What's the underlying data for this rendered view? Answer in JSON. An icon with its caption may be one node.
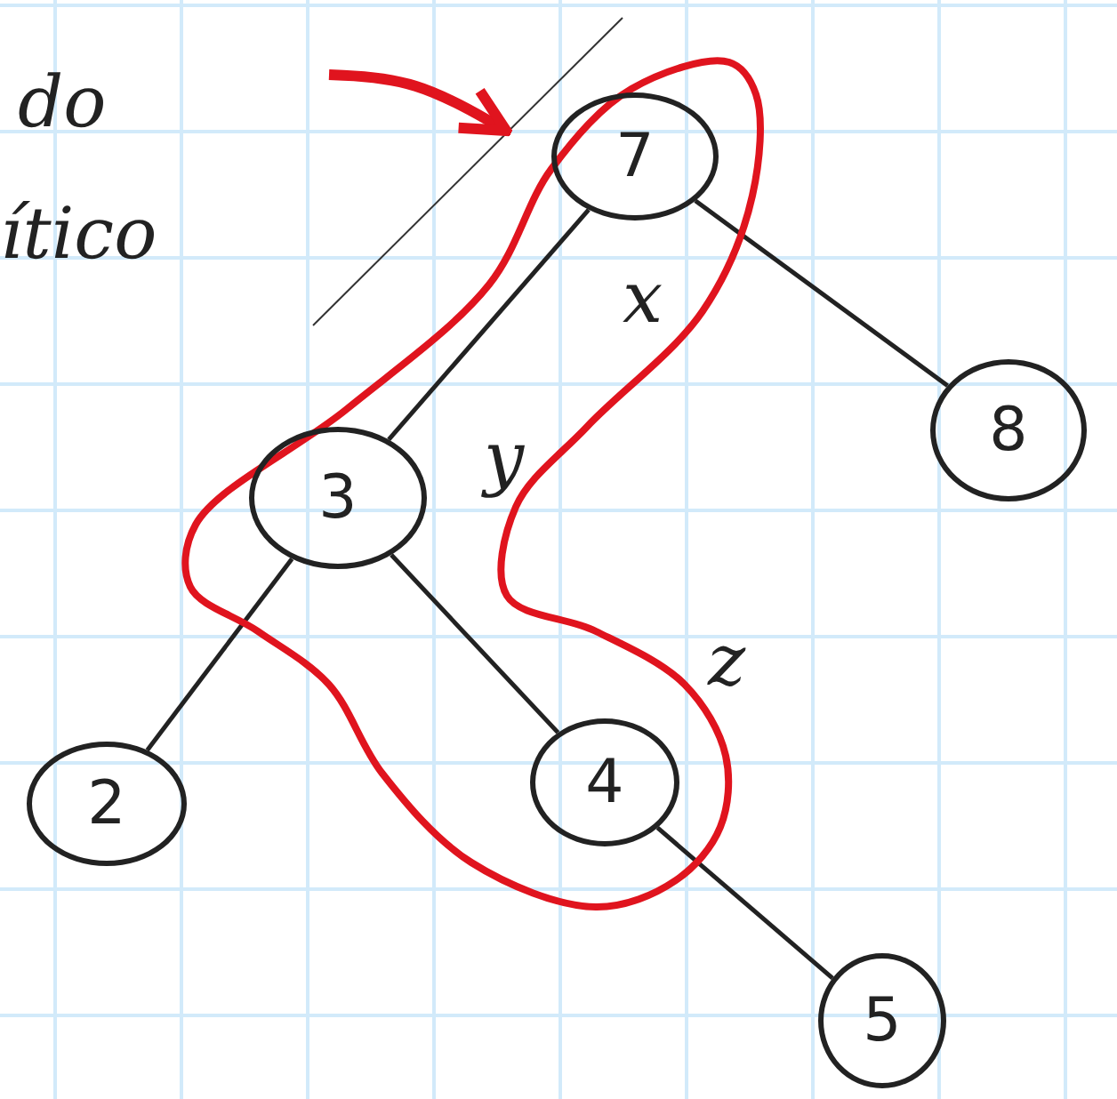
{
  "diagram": {
    "nodes": [
      {
        "text": [],
        "shape": "loop"
      },
      {
        "text": [
          "7"
        ],
        "in": 0
      },
      {
        "text": [
          "8"
        ]
      },
      {
        "text": [
          "3"
        ],
        "in": 0
      },
      {
        "text": [
          "2"
        ]
      },
      {
        "text": [
          "4"
        ],
        "in": 0
      },
      {
        "text": [
          "5"
        ]
      }
    ],
    "edges": [
      {
        "from": null,
        "to": 0,
        "arrow": "to",
        "style": "thick",
        "color": "#e0141e"
      },
      {
        "from": 1,
        "to": 2,
        "arrow": "none"
      },
      {
        "from": 1,
        "to": 3,
        "arrow": "none"
      },
      {
        "from": 3,
        "to": 4,
        "arrow": "none"
      },
      {
        "from": 3,
        "to": 5,
        "arrow": "none"
      },
      {
        "from": 5,
        "to": 6,
        "arrow": "none"
      }
    ],
    "labels": [
      "do",
      "ítico",
      "x",
      "y",
      "z"
    ]
  }
}
